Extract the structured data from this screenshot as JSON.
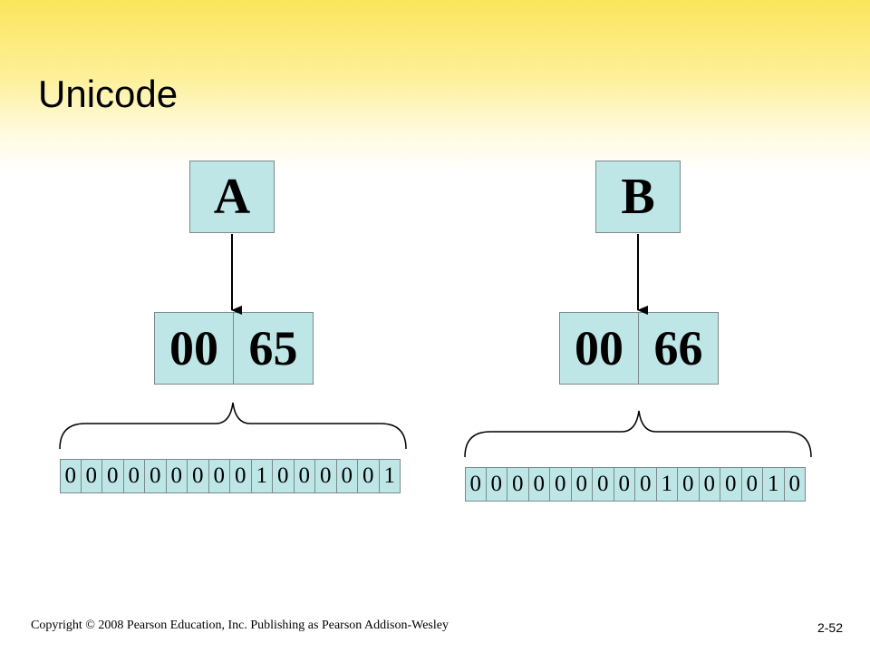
{
  "title": "Unicode",
  "characters": [
    {
      "glyph": "A",
      "bytes": [
        "00",
        "65"
      ],
      "bits": [
        "0",
        "0",
        "0",
        "0",
        "0",
        "0",
        "0",
        "0",
        "0",
        "1",
        "0",
        "0",
        "0",
        "0",
        "0",
        "1"
      ]
    },
    {
      "glyph": "B",
      "bytes": [
        "00",
        "66"
      ],
      "bits": [
        "0",
        "0",
        "0",
        "0",
        "0",
        "0",
        "0",
        "0",
        "0",
        "1",
        "0",
        "0",
        "0",
        "0",
        "1",
        "0"
      ]
    }
  ],
  "footer": {
    "copyright": "Copyright © 2008 Pearson Education, Inc. Publishing as Pearson Addison-Wesley",
    "slide_number": "2-52"
  },
  "colors": {
    "box_fill": "#bfe6e6",
    "box_border": "#7a8a8a",
    "header_gradient_top": "#fbe55c"
  }
}
